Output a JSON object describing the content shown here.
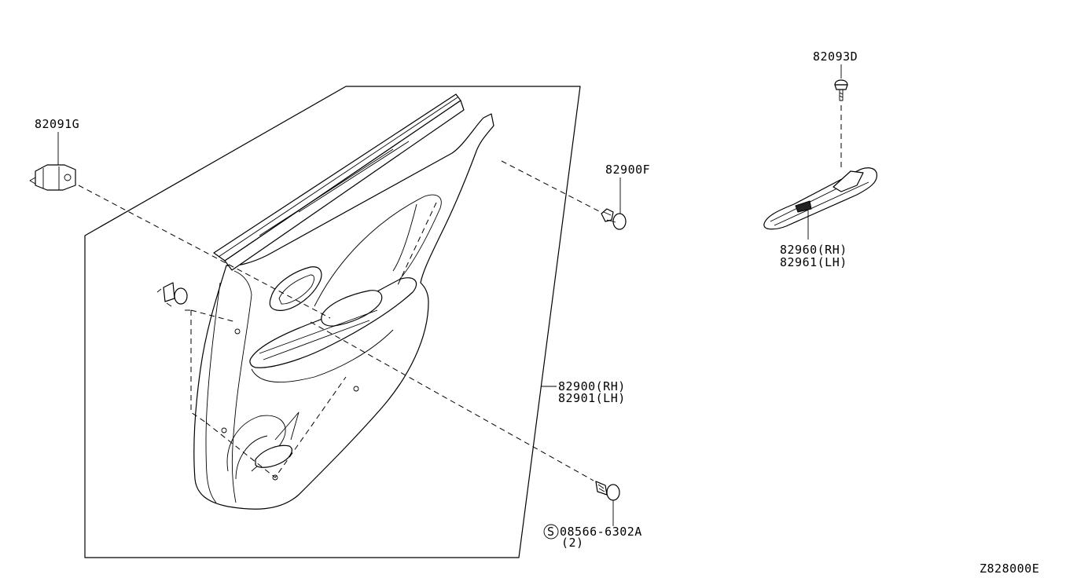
{
  "labels": {
    "clip_82091g": "82091G",
    "clip_82900f": "82900F",
    "screw_82093d": "82093D",
    "finisher_rh": "82960(RH)",
    "finisher_lh": "82961(LH)",
    "trim_rh": "82900(RH)",
    "trim_lh": "82901(LH)",
    "screw_part": "08566-6302A",
    "screw_symbol": "S",
    "screw_qty": "(2)",
    "diagram_code": "Z828000E"
  }
}
